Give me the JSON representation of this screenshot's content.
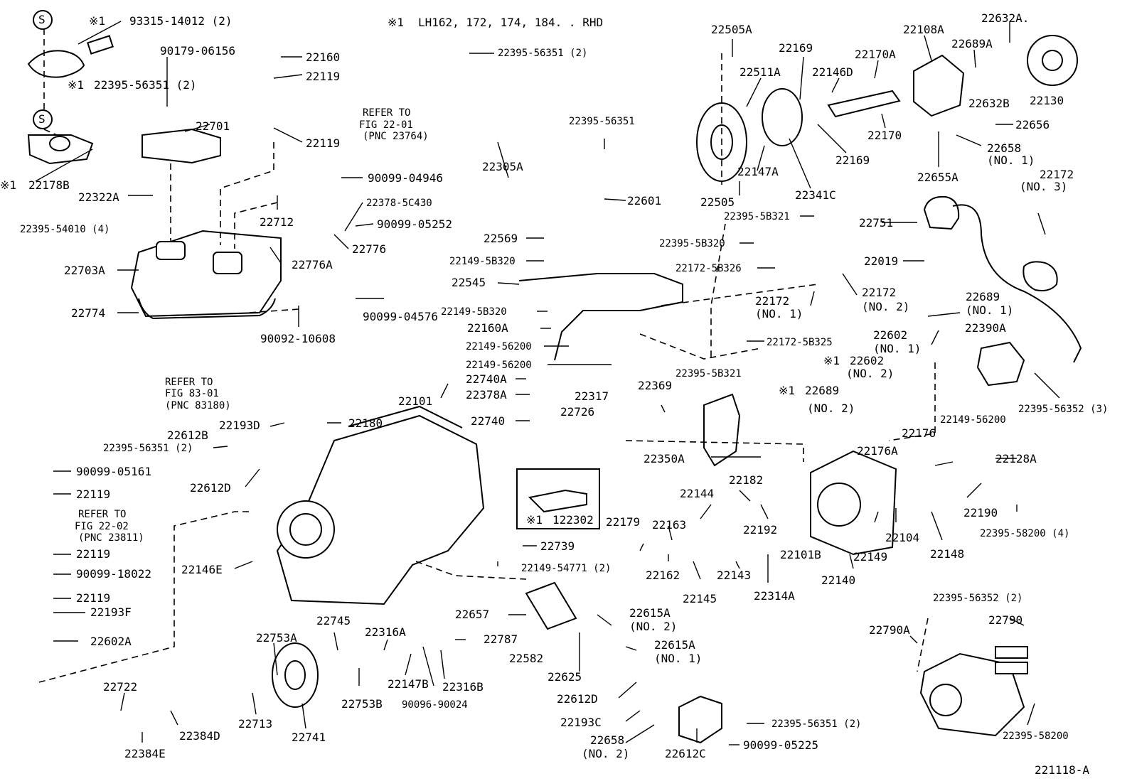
{
  "footnote": {
    "symbol": "※1",
    "text": "LH162, 172, 174, 184. . RHD"
  },
  "figure_id": "221118-A",
  "symbol_s": "S",
  "labels": {
    "p93315_14012": "93315-14012 (2)",
    "p22395_56351_top2": "22395-56351 (2)",
    "p22178B": "22178B",
    "p90179_06156": "90179-06156",
    "p22160": "22160",
    "p22119_a": "22119",
    "p22119_b": "22119",
    "p22701": "22701",
    "p22322A": "22322A",
    "p90099_04946": "90099-04946",
    "p22712": "22712",
    "p22378_5C430": "22378-5C430",
    "p90099_05252": "90099-05252",
    "p22395_54010": "22395-54010 (4)",
    "p22776": "22776",
    "p22776A": "22776A",
    "p22703A": "22703A",
    "p22774": "22774",
    "p90099_04576": "90099-04576",
    "p90092_10608": "90092-10608",
    "ref1_l1": "REFER TO",
    "ref1_l2": "FIG 22-01",
    "ref1_l3": "(PNC 23764)",
    "ref2_l1": "REFER TO",
    "ref2_l2": "FIG 83-01",
    "ref2_l3": "(PNC 83180)",
    "ref3_l1": "REFER TO",
    "ref3_l2": "FIG 22-02",
    "ref3_l3": "(PNC 23811)",
    "p22395_56351_mid2": "22395-56351 (2)",
    "p22305A": "22305A",
    "p22395_56351_single": "22395-56351",
    "p22601": "22601",
    "p22505A": "22505A",
    "p22511A": "22511A",
    "p22169_a": "22169",
    "p22146D": "22146D",
    "p22170A": "22170A",
    "p22108A": "22108A",
    "p22689A": "22689A",
    "p22632A": "22632A.",
    "p22632B": "22632B",
    "p22130": "22130",
    "p22656": "22656",
    "p22658_no1": "22658",
    "p22658_no1_sub": "(NO. 1)",
    "p22170": "22170",
    "p22169_b": "22169",
    "p22147A": "22147A",
    "p22341C": "22341C",
    "p22505": "22505",
    "p22655A": "22655A",
    "p22172_no3": "22172",
    "p22172_no3_sub": "(NO. 3)",
    "p22395_5B321_top": "22395-5B321",
    "p22751": "22751",
    "p22395_5B320": "22395-5B320",
    "p22019": "22019",
    "p22172_5B326": "22172-5B326",
    "p22172_no1": "22172",
    "p22172_no1_sub": "(NO. 1)",
    "p22172_no2": "22172",
    "p22172_no2_sub": "(NO. 2)",
    "p22689_no1": "22689",
    "p22689_no1_sub": "(NO. 1)",
    "p22569": "22569",
    "p22149_5B320_a": "22149-5B320",
    "p22545": "22545",
    "p22149_5B320_b": "22149-5B320",
    "p22160A": "22160A",
    "p22149_56200_a": "22149-56200",
    "p22149_56200_b": "22149-56200",
    "p22740A": "22740A",
    "p22378A": "22378A",
    "p22172_5B325": "22172-5B325",
    "p22395_5B321_bot": "22395-5B321",
    "p22602_no1": "22602",
    "p22602_no1_sub": "(NO. 1)",
    "p22390A": "22390A",
    "p22602_no2": "22602",
    "p22602_no2_sub": "(NO. 2)",
    "p22689_no2": "22689",
    "p22689_no2_sub": "(NO. 2)",
    "p22395_56352_3": "22395-56352 (3)",
    "p22101": "22101",
    "p22180": "22180",
    "p22193D": "22193D",
    "p22612B": "22612B",
    "p22395_56351_left2": "22395-56351 (2)",
    "p22612D_a": "22612D",
    "p22317": "22317",
    "p22369": "22369",
    "p22726": "22726",
    "p22740": "22740",
    "p22350A": "22350A",
    "p22149_56200_c": "22149-56200",
    "p22176": "22176",
    "p22176A": "22176A",
    "p22128A": "22128A",
    "p22182": "22182",
    "p22144": "22144",
    "p22190": "22190",
    "p22395_58200_4": "22395-58200 (4)",
    "p90099_05161": "90099-05161",
    "p22119_c": "22119",
    "p22119_d": "22119",
    "p90099_18022": "90099-18022",
    "p22119_e": "22119",
    "p22193F": "22193F",
    "p22602A": "22602A",
    "p122302": "122302",
    "p22739": "22739",
    "p22163": "22163",
    "p22179": "22179",
    "p22192": "22192",
    "p22101B": "22101B",
    "p22104": "22104",
    "p22148": "22148",
    "p22149": "22149",
    "p22140": "22140",
    "p22146E": "22146E",
    "p22149_54771": "22149-54771 (2)",
    "p22162": "22162",
    "p22145": "22145",
    "p22143": "22143",
    "p22314A": "22314A",
    "p22745": "22745",
    "p22753A": "22753A",
    "p22316A": "22316A",
    "p22657": "22657",
    "p22615A_no2": "22615A",
    "p22615A_no2_sub": "(NO. 2)",
    "p22787": "22787",
    "p22615A_no1": "22615A",
    "p22615A_no1_sub": "(NO. 1)",
    "p22582": "22582",
    "p22625": "22625",
    "p22147B": "22147B",
    "p22316B": "22316B",
    "p90096_90024": "90096-90024",
    "p22753B": "22753B",
    "p22722": "22722",
    "p22384D": "22384D",
    "p22713": "22713",
    "p22741": "22741",
    "p22384E": "22384E",
    "p22612D_b": "22612D",
    "p22193C": "22193C",
    "p22658_no2": "22658",
    "p22658_no2_sub": "(NO. 2)",
    "p22612C": "22612C",
    "p22395_56351_bot2": "22395-56351 (2)",
    "p90099_05225": "90099-05225",
    "p22395_56352_2": "22395-56352 (2)",
    "p22790A": "22790A",
    "p22790": "22790",
    "p22395_58200": "22395-58200"
  }
}
